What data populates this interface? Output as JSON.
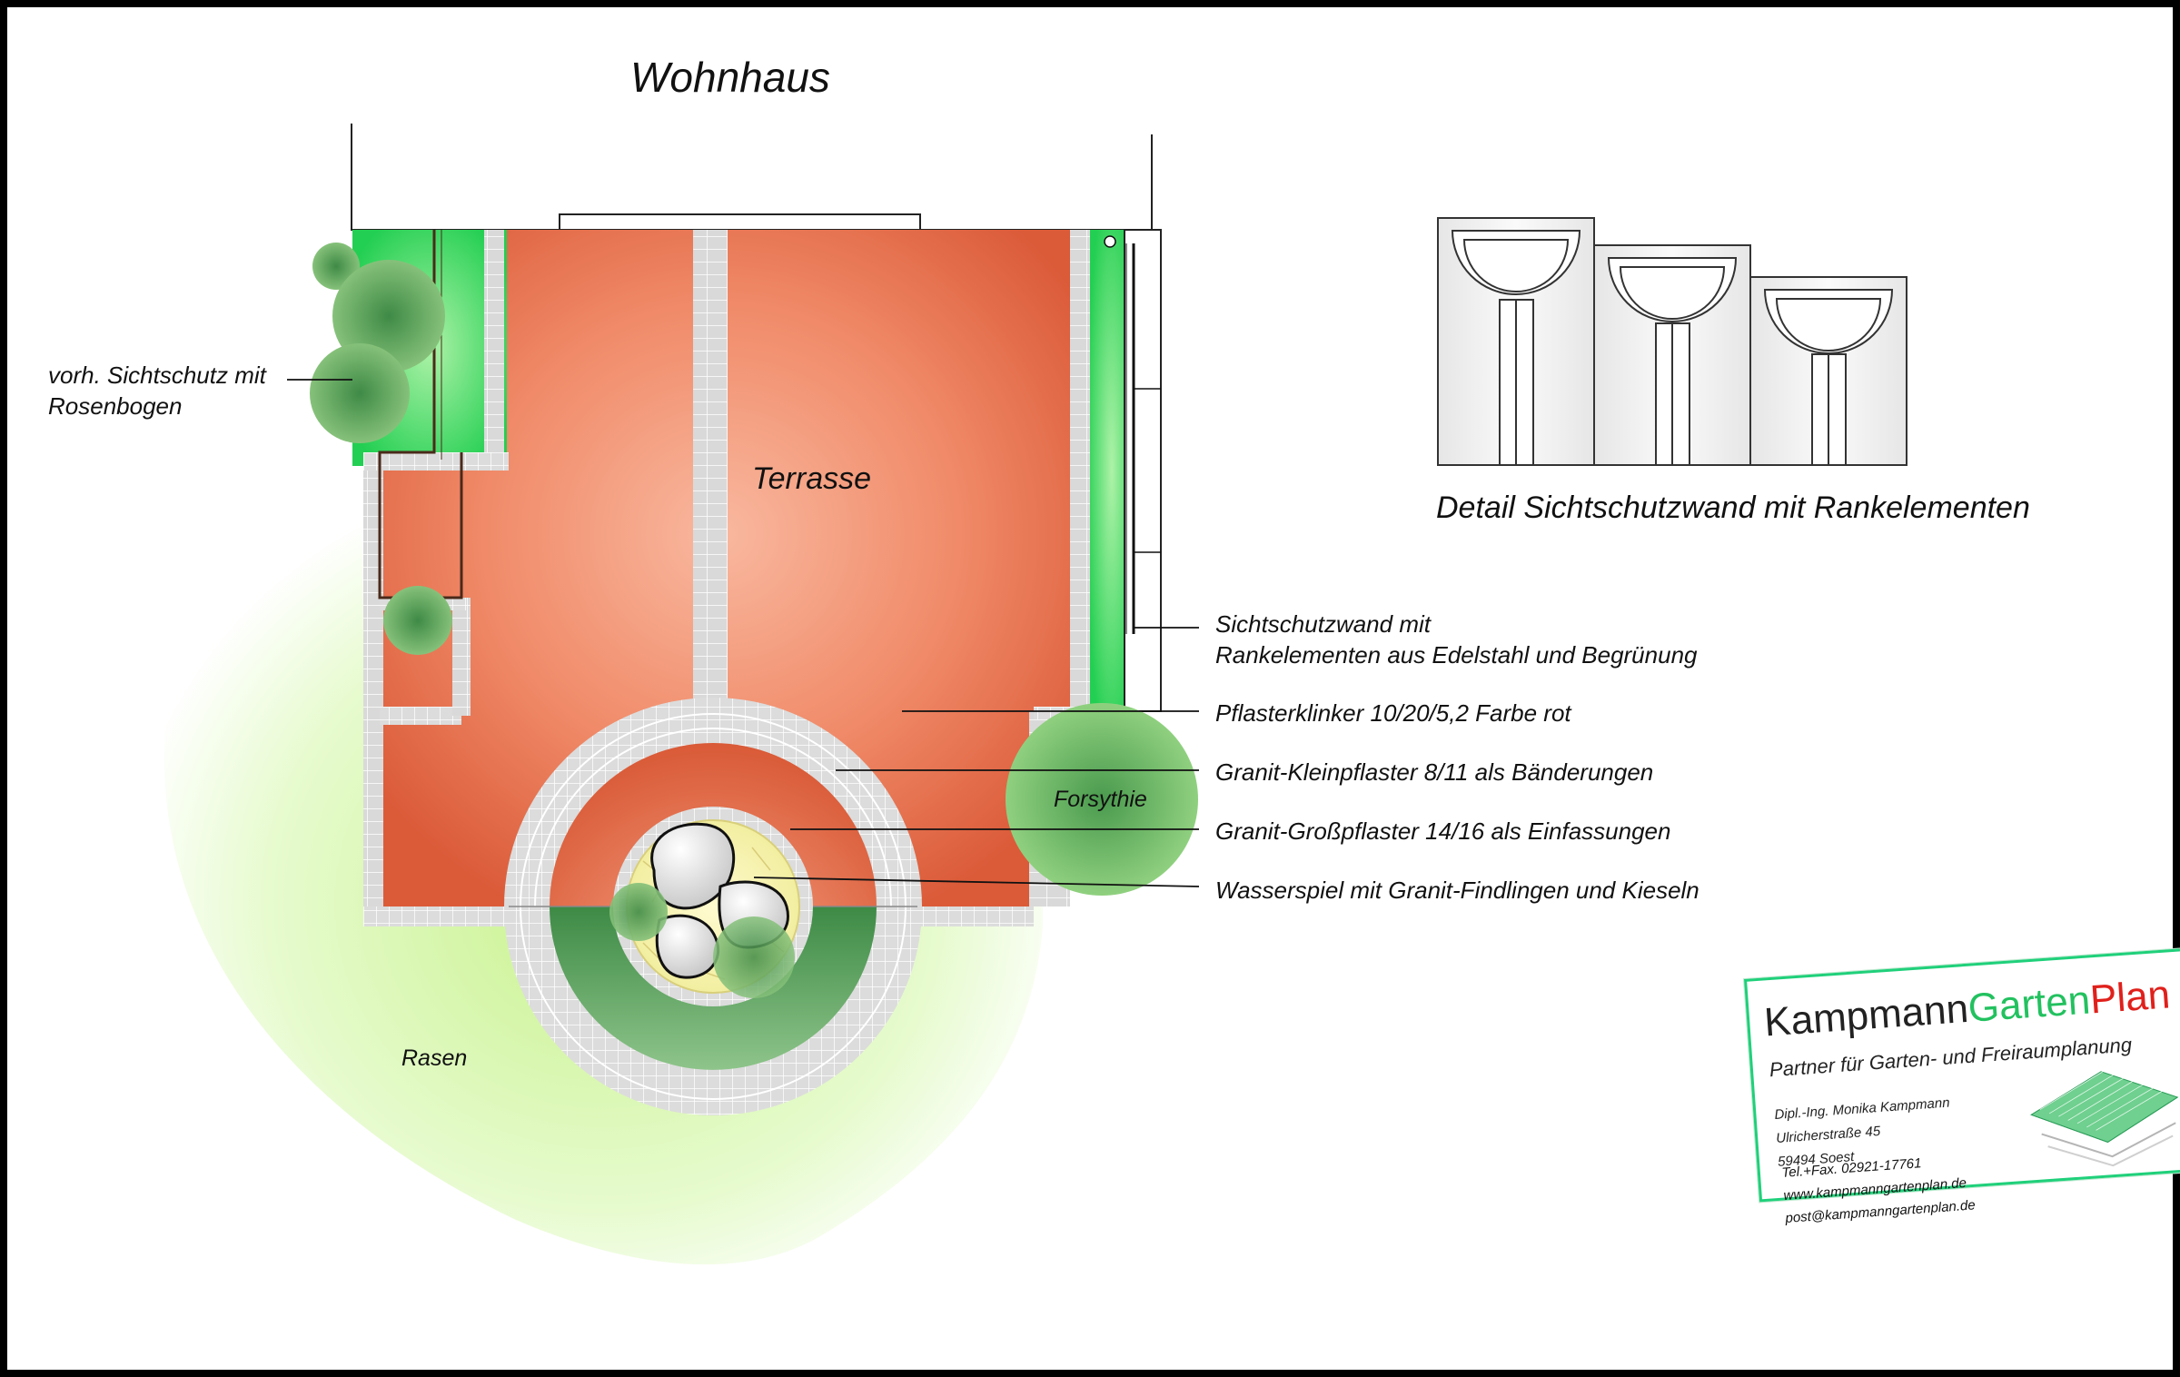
{
  "labels": {
    "building": "Wohnhaus",
    "terrace": "Terrasse",
    "lawn": "Rasen",
    "forsythia": "Forsythie",
    "existing_screen_line1": "vorh. Sichtschutz mit",
    "existing_screen_line2": "Rosenbogen",
    "detail_title": "Detail Sichtschutzwand mit Rankelementen"
  },
  "legend": [
    {
      "line1": "Sichtschutzwand mit",
      "line2": "Rankelementen aus Edelstahl und Begrünung"
    },
    {
      "line1": "Pflasterklinker 10/20/5,2 Farbe rot"
    },
    {
      "line1": "Granit-Kleinpflaster 8/11 als Bänderungen"
    },
    {
      "line1": "Granit-Großpflaster 14/16 als Einfassungen"
    },
    {
      "line1": "Wasserspiel mit Granit-Findlingen und Kieseln"
    }
  ],
  "card": {
    "brand_part1": "Kampmann",
    "brand_part2": "Garten",
    "brand_part3": "Plan",
    "tagline": "Partner für Garten- und Freiraumplanung",
    "name": "Dipl.-Ing. Monika Kampmann",
    "street": "Ulricherstraße 45",
    "city": "59494 Soest",
    "phone": "Tel.+Fax. 02921-17761",
    "web": "www.kampmanngartenplan.de",
    "email": "post@kampmanngartenplan.de"
  },
  "colors": {
    "clinker": "#e0603f",
    "clinker_light": "#f8b59c",
    "granite": "#d8d8d8",
    "lawn": "#d4f5a8",
    "hedge": "#2ed65e",
    "tree": "#5fa860",
    "brand_green": "#22c15f",
    "brand_red": "#e0201b"
  }
}
